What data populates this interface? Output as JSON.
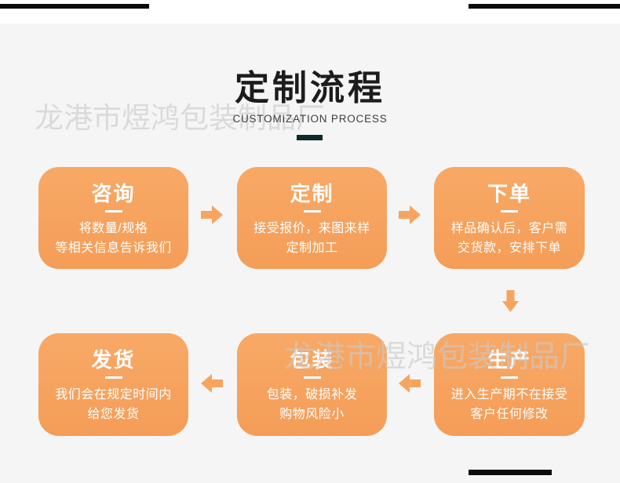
{
  "page": {
    "title": "定制流程",
    "subtitle": "CUSTOMIZATION PROCESS",
    "watermark": "龙港市煜鸿包装制品厂"
  },
  "colors": {
    "card_orange": "#F6A25F",
    "arrow_orange": "#F7A55E",
    "panel_background": "#F5F5F5",
    "title_black": "#1C1C1C",
    "divider_dark_teal": "#0D2B28",
    "watermark_gray": "#C9C9C9",
    "edge_bar_black": "#0B0B0B"
  },
  "steps": [
    {
      "title": "咨询",
      "lines": [
        "将数量/规格",
        "等相关信息告诉我们"
      ]
    },
    {
      "title": "定制",
      "lines": [
        "接受报价，来图来样",
        "定制加工"
      ]
    },
    {
      "title": "下单",
      "lines": [
        "样品确认后，客户需",
        "交货款，安排下单"
      ]
    },
    {
      "title": "生产",
      "lines": [
        "进入生产期不在接受",
        "客户任何修改"
      ]
    },
    {
      "title": "包装",
      "lines": [
        "包装，破损补发",
        "购物风险小"
      ]
    },
    {
      "title": "发货",
      "lines": [
        "我们会在规定时间内",
        "给您发货"
      ]
    }
  ]
}
